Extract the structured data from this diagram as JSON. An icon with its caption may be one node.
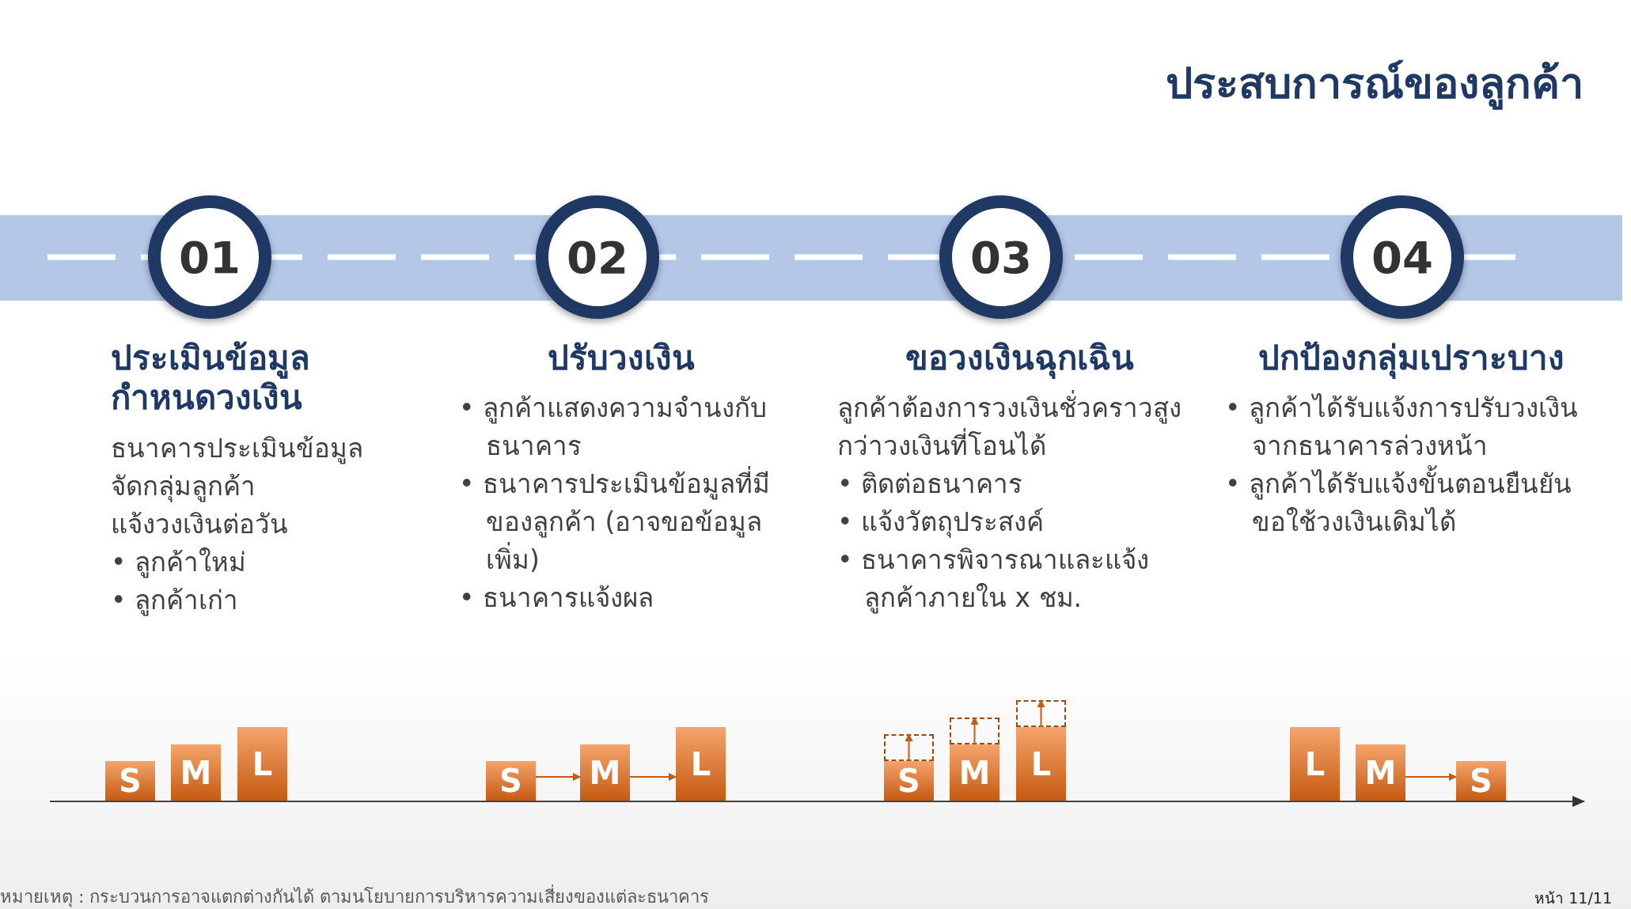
{
  "diagram": {
    "title": "ประสบการณ์ของลูกค้า",
    "nodes": [
      {
        "text": [
          "01"
        ],
        "beside": [
          "ประเมินข้อมูลกำหนดวงเงิน",
          "ธนาคารประเมินข้อมูล",
          "จัดกลุ่มลูกค้า",
          "แจ้งวงเงินต่อวัน",
          "• ลูกค้าใหม่",
          "• ลูกค้าเก่า"
        ]
      },
      {
        "text": [
          "02"
        ],
        "beside": [
          "ปรับวงเงิน",
          "• ลูกค้าแสดงความจำนงกับธนาคาร",
          "• ธนาคารประเมินข้อมูลที่มีของลูกค้า (อาจขอข้อมูลเพิ่ม)",
          "• ธนาคารแจ้งผล"
        ]
      },
      {
        "text": [
          "03"
        ],
        "beside": [
          "ขอวงเงินฉุกเฉิน",
          "ลูกค้าต้องการวงเงินชั่วคราวสูงกว่าวงเงินที่โอนได้",
          "• ติดต่อธนาคาร",
          "• แจ้งวัตถุประสงค์",
          "• ธนาคารพิจารณาและแจ้งลูกค้าภายใน x ชม."
        ]
      },
      {
        "text": [
          "04"
        ],
        "beside": [
          "ปกป้องกลุ่มเปราะบาง",
          "• ลูกค้าได้รับแจ้งการปรับวงเงินจากธนาคารล่วงหน้า",
          "• ลูกค้าได้รับแจ้งขั้นตอนยืนยันขอใช้วงเงินเดิมได้"
        ]
      },
      {
        "text": [
          "S"
        ]
      },
      {
        "text": [
          "M"
        ]
      },
      {
        "text": [
          "L"
        ]
      },
      {
        "text": [
          "S"
        ]
      },
      {
        "text": [
          "M"
        ]
      },
      {
        "text": [
          "L"
        ]
      },
      {
        "text": [],
        "shape": "box"
      },
      {
        "text": [
          "S"
        ]
      },
      {
        "text": [],
        "shape": "box"
      },
      {
        "text": [
          "M"
        ]
      },
      {
        "text": [],
        "shape": "box"
      },
      {
        "text": [
          "L"
        ]
      },
      {
        "text": [
          "L"
        ]
      },
      {
        "text": [
          "M"
        ]
      },
      {
        "text": [
          "S"
        ]
      }
    ],
    "edges": [
      {
        "from": 7,
        "to": 8,
        "arrow": "to"
      },
      {
        "from": 8,
        "to": 9,
        "arrow": "to"
      },
      {
        "from": 11,
        "to": 10,
        "arrow": "to"
      },
      {
        "from": 13,
        "to": 12,
        "arrow": "to"
      },
      {
        "from": 15,
        "to": 14,
        "arrow": "to"
      },
      {
        "from": 17,
        "to": 18,
        "arrow": "to"
      }
    ],
    "labels": [
      "หมายเหตุ : กระบวนการอาจแตกต่างกันได้ ตามนโยบายการบริหารความเสี่ยงของแต่ละธนาคาร",
      "หน้า 11/11"
    ]
  }
}
